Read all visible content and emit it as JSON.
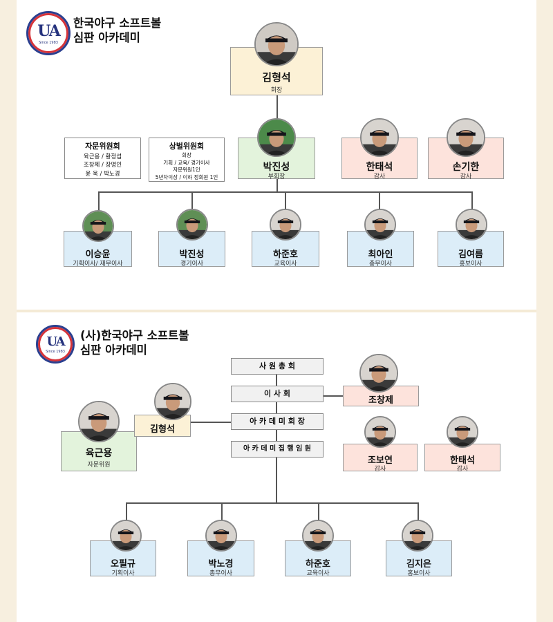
{
  "top_section": {
    "title_line1": "한국야구 소프트볼",
    "title_line2": "심판 아카데미",
    "logo": {
      "monogram": "UA",
      "since": "Since 1983"
    },
    "president": {
      "name": "김형석",
      "role": "회장"
    },
    "vice_president": {
      "name": "박진성",
      "role": "부회장"
    },
    "auditors": [
      {
        "name": "한태석",
        "role": "감사"
      },
      {
        "name": "손기한",
        "role": "감사"
      }
    ],
    "advisory_committee": {
      "title": "자문위원회",
      "lines": [
        "육근용 / 황정섭",
        "조창제 / 장명인",
        "윤 욱 / 박노경"
      ]
    },
    "award_committee": {
      "title": "상벌위원회",
      "lines": [
        "회장",
        "기획 / 교육/ 경기이사",
        "자문위원1인",
        "5년차이상 / 이하 정회원 1인"
      ]
    },
    "directors": [
      {
        "name": "이승윤",
        "role": "기획이사/ 재무이사"
      },
      {
        "name": "박진성",
        "role": "경기이사"
      },
      {
        "name": "하준호",
        "role": "교육이사"
      },
      {
        "name": "최아인",
        "role": "총무이사"
      },
      {
        "name": "김여름",
        "role": "홍보이사"
      }
    ]
  },
  "bottom_section": {
    "title_line1": "(사)한국야구 소프트볼",
    "title_line2": "심판 아카데미",
    "logo": {
      "monogram": "UA",
      "since": "Since 1983"
    },
    "stack": [
      "사 원 총 회",
      "이 사 회",
      "아 카 데 미 회 장",
      "아 카 데 미 집 행 임 원"
    ],
    "advisor": {
      "name": "육근용",
      "role": "자문위원"
    },
    "president": {
      "name": "김형석"
    },
    "board_member": {
      "name": "조창제"
    },
    "auditors": [
      {
        "name": "조보연",
        "role": "감사"
      },
      {
        "name": "한태석",
        "role": "감사"
      }
    ],
    "directors": [
      {
        "name": "오필규",
        "role": "기획이사"
      },
      {
        "name": "박노경",
        "role": "총무이사"
      },
      {
        "name": "하준호",
        "role": "교육이사"
      },
      {
        "name": "김지은",
        "role": "홍보이사"
      }
    ]
  },
  "colors": {
    "yellow": "#fcf1d6",
    "green": "#e3f3dc",
    "pink": "#fde3dc",
    "blue": "#dcedf8",
    "line": "#555555"
  }
}
